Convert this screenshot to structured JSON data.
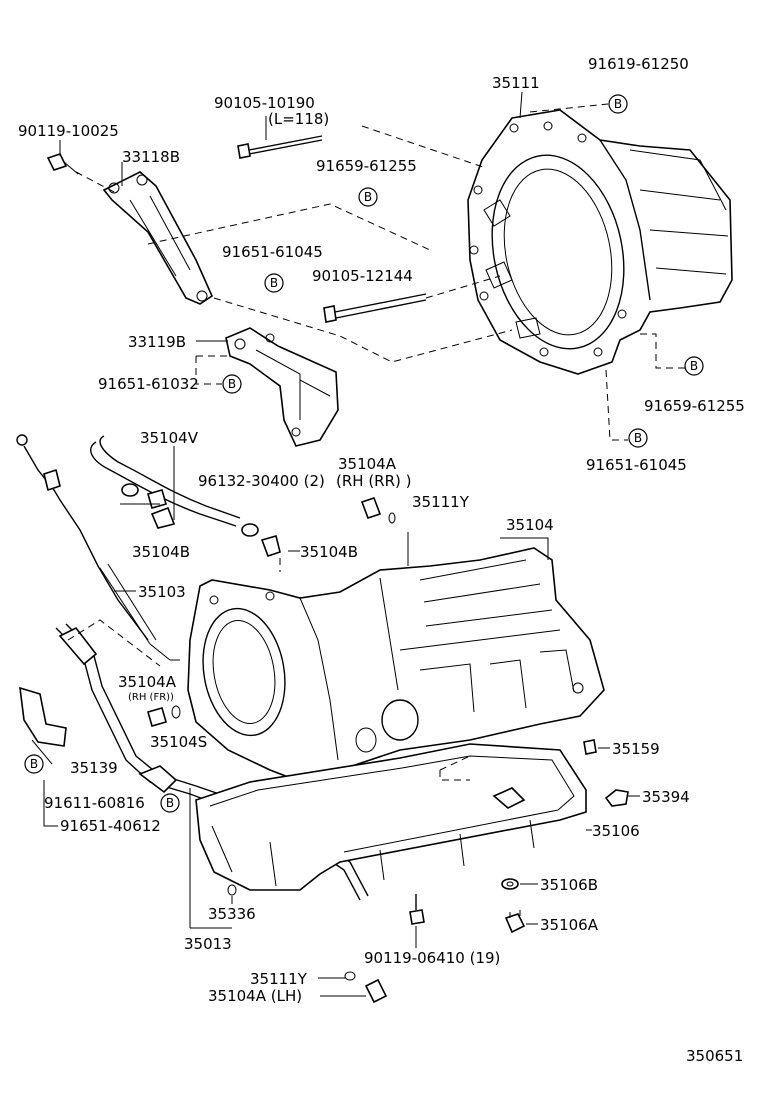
{
  "labels": {
    "l35111": "35111",
    "l91619_61250": "91619-61250",
    "l90105_10190": "90105-10190",
    "lL118": "(L=118)",
    "l90119_10025": "90119-10025",
    "l33118B": "33118B",
    "l91659_61255_top": "91659-61255",
    "l91651_61045_top": "91651-61045",
    "l90105_12144": "90105-12144",
    "l33119B": "33119B",
    "l91651_61032": "91651-61032",
    "l91659_61255_right": "91659-61255",
    "l91651_61045_right": "91651-61045",
    "l35104V": "35104V",
    "l35104A_rr": "35104A",
    "lRHRR": "(RH (RR) )",
    "l96132": "96132-30400 (2)",
    "l35111Y_top": "35111Y",
    "l35104": "35104",
    "l35104B_left": "35104B",
    "l35104B_right": "35104B",
    "l35103": "35103",
    "l35104A_fr": "35104A",
    "lRHFR": "(RH (FR))",
    "l35104S": "35104S",
    "l35159": "35159",
    "l35139": "35139",
    "l35394": "35394",
    "l91611": "91611-60816",
    "l91651_40612": "91651-40612",
    "l35106": "35106",
    "l35106B": "35106B",
    "l35336": "35336",
    "l35106A": "35106A",
    "l35013": "35013",
    "l90119_06410": "90119-06410 (19)",
    "l35111Y_bot": "35111Y",
    "l35104A_LH": "35104A (LH)",
    "figno": "350651",
    "b": "B"
  }
}
